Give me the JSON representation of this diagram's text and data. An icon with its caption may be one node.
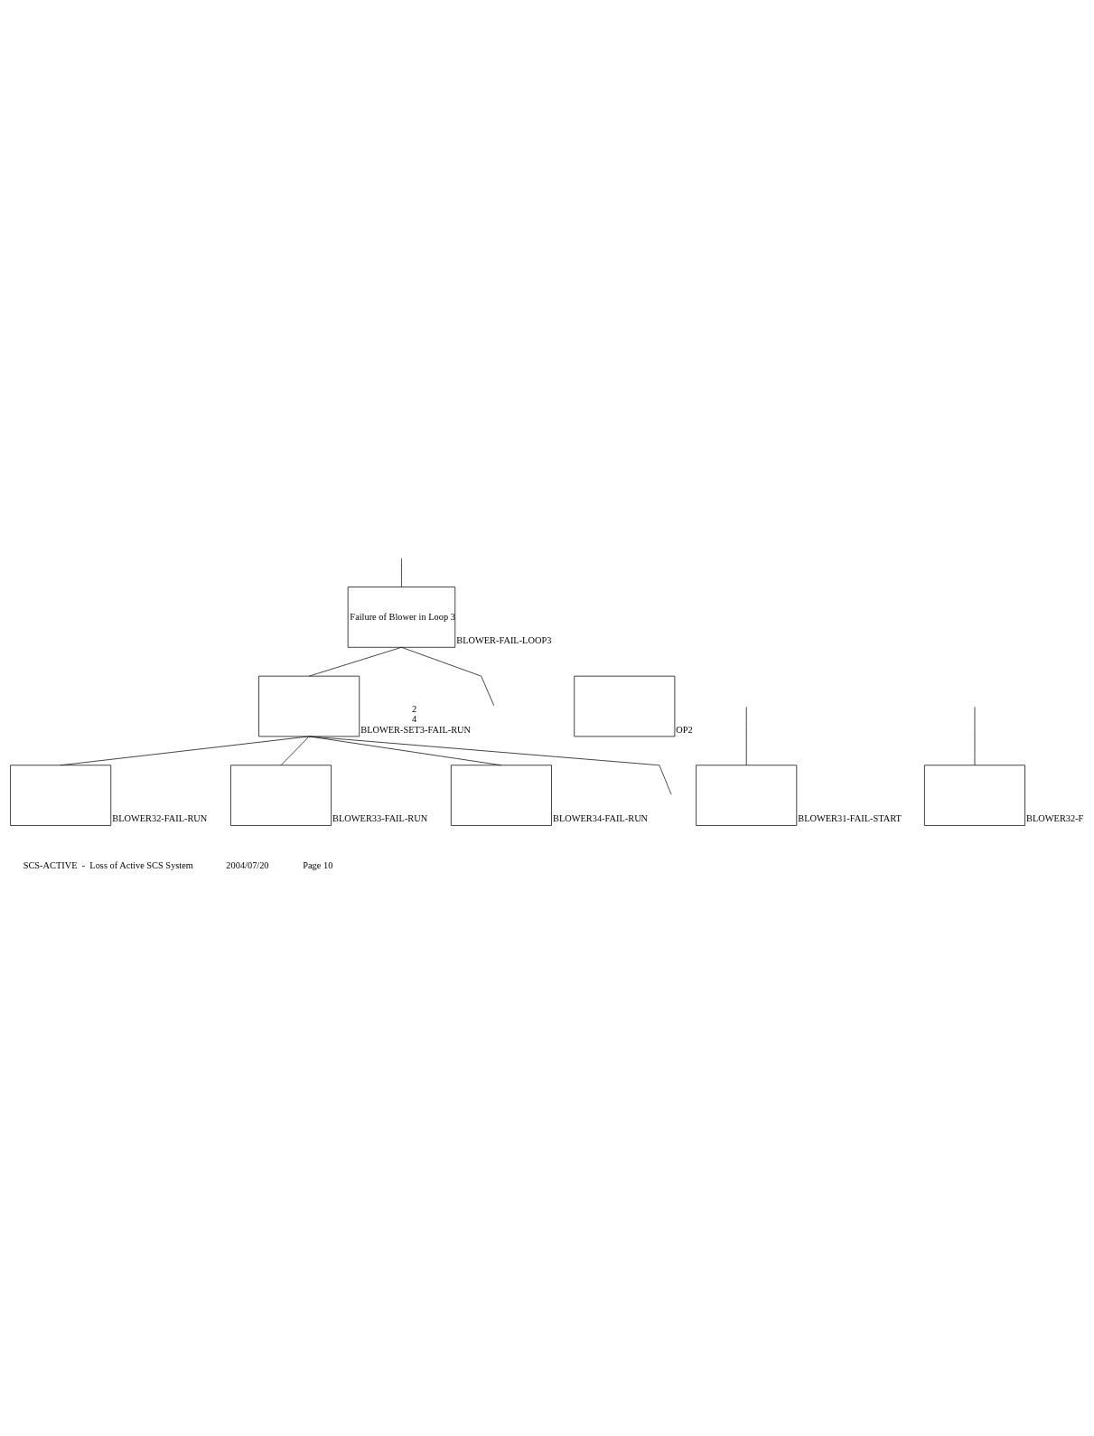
{
  "diagram": {
    "nodes": [
      {
        "text": [
          "Failure of Blower in Loop 3"
        ],
        "beside": [
          "BLOWER-FAIL-LOOP3"
        ]
      },
      {
        "text": [],
        "shape": "box",
        "beside": [
          "OP2"
        ]
      },
      {
        "text": [],
        "shape": "box",
        "beside": [
          "2",
          "4",
          "BLOWER-SET3-FAIL-RUN"
        ]
      },
      {
        "text": [],
        "shape": "box",
        "beside": [
          "BLOWER32-FAIL-RUN"
        ]
      },
      {
        "text": [],
        "shape": "box",
        "beside": [
          "BLOWER33-FAIL-RUN"
        ]
      },
      {
        "text": [],
        "shape": "box",
        "beside": [
          "BLOWER34-FAIL-RUN"
        ]
      },
      {
        "text": [],
        "shape": "box",
        "beside": [
          "BLOWER31-FAIL-START"
        ]
      },
      {
        "text": [],
        "shape": "box",
        "beside": [
          "BLOWER32-F"
        ]
      }
    ],
    "edges": [
      {
        "from": null,
        "to": 0,
        "arrow": "none"
      },
      {
        "from": 0,
        "to": 2,
        "arrow": "none"
      },
      {
        "from": 0,
        "to": null,
        "arrow": "none"
      },
      {
        "from": 2,
        "to": null,
        "arrow": "none"
      },
      {
        "from": 2,
        "to": 3,
        "arrow": "none"
      },
      {
        "from": 2,
        "to": 4,
        "arrow": "none"
      },
      {
        "from": 2,
        "to": 5,
        "arrow": "none"
      },
      {
        "from": null,
        "to": 6,
        "arrow": "none"
      },
      {
        "from": null,
        "to": 7,
        "arrow": "none"
      }
    ],
    "labels": [
      "SCS-ACTIVE  -  Loss of Active SCS System",
      "2004/07/20",
      "Page 10"
    ]
  }
}
